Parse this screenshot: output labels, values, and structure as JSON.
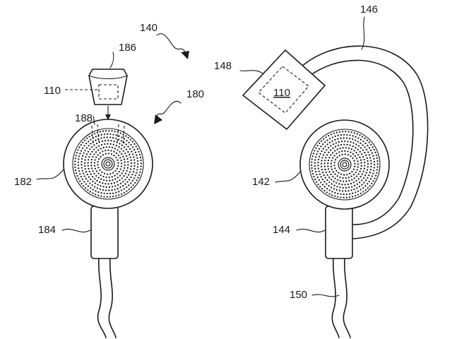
{
  "labels": {
    "l140": "140",
    "l146": "146",
    "l148": "148",
    "l186": "186",
    "l110_left": "110",
    "l110_module": "110",
    "l180": "180",
    "l188": "188",
    "l182": "182",
    "l142": "142",
    "l184": "184",
    "l144": "144",
    "l150": "150"
  }
}
